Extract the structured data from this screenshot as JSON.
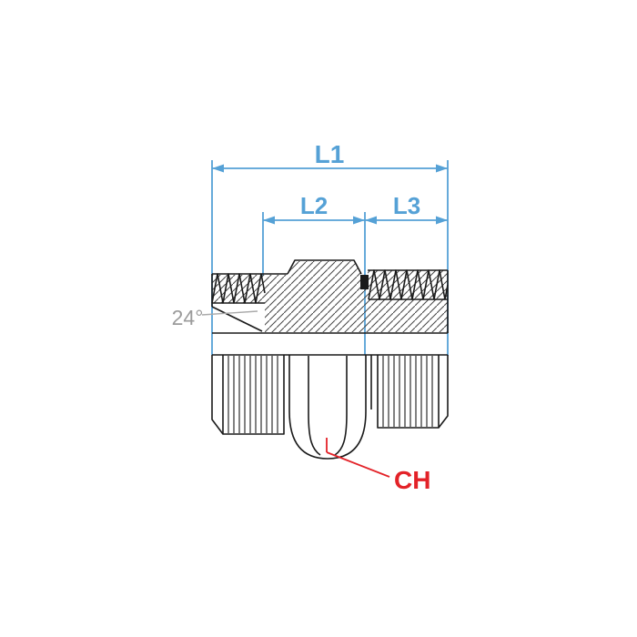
{
  "diagram": {
    "type": "technical-drawing",
    "subject": "hydraulic adapter fitting cross-section with dimension callouts",
    "labels": {
      "l1": "L1",
      "l2": "L2",
      "l3": "L3",
      "angle": "24°",
      "ch": "CH"
    },
    "colors": {
      "dimension": "#55a1d6",
      "outline": "#1a1a1a",
      "hatch": "#444444",
      "annotation_gray": "#9b9b9b",
      "annotation_red": "#e32228",
      "background": "#ffffff"
    }
  }
}
